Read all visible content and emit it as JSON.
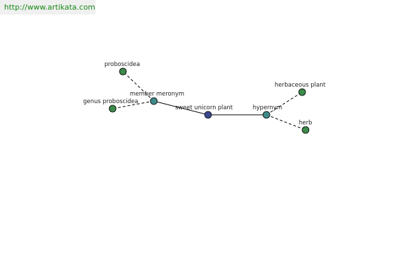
{
  "source_url": "http://www.artikata.com",
  "colors": {
    "center": "#3b4a8f",
    "relation": "#3f8a8a",
    "leaf": "#3d8a4a"
  },
  "nodes": {
    "center": {
      "label": "sweet unicorn plant"
    },
    "member_meronym": {
      "label": "member meronym"
    },
    "hypernym": {
      "label": "hypernym"
    },
    "proboscidea": {
      "label": "proboscidea"
    },
    "genus_proboscidea": {
      "label": "genus proboscidea"
    },
    "herbaceous_plant": {
      "label": "herbaceous plant"
    },
    "herb": {
      "label": "herb"
    }
  }
}
